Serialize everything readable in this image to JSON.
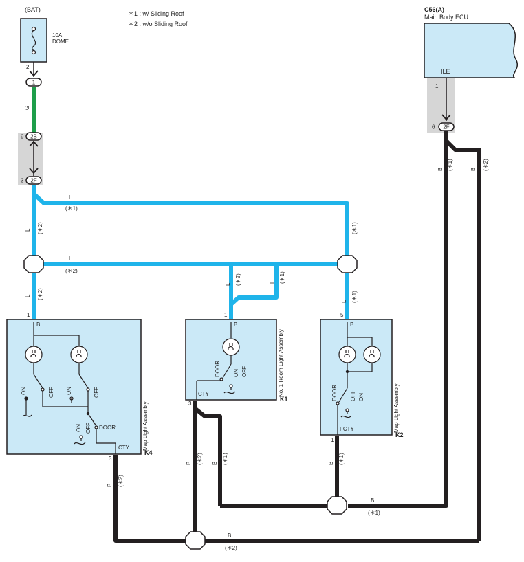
{
  "legend": {
    "note1": "＊1 : w/ Sliding Roof",
    "note2": "＊2 : w/o Sliding Roof"
  },
  "power": {
    "label": "(BAT)",
    "fuse_rating": "10A",
    "fuse_name": "DOME",
    "pin": "2"
  },
  "connectors": {
    "c1": "1",
    "c2b": "2B",
    "c2b_pin": "9",
    "c2f": "2F",
    "c2f_pin": "3",
    "ecu_conn": "2F",
    "ecu_conn_pin": "6",
    "ecu_pin": "1"
  },
  "ecu": {
    "code": "C56(A)",
    "name": "Main Body ECU",
    "terminal": "ILE"
  },
  "wires": {
    "g": "G",
    "l": "L",
    "b": "B",
    "n1": "(＊1)",
    "n2": "(＊2)"
  },
  "k4": {
    "code": "K4",
    "name": "Map Light Assembly",
    "pin_top": "1",
    "pin_bottom": "3",
    "term_top": "B",
    "term_bottom": "CTY",
    "sw_on": "ON",
    "sw_off": "OFF",
    "sw_door": "DOOR"
  },
  "k1": {
    "code": "K1",
    "name": "No. 1 Room Light Assembly",
    "pin_top": "1",
    "pin_bottom": "3",
    "term_top": "B",
    "term_bottom": "CTY",
    "sw_door": "DOOR",
    "sw_on": "ON",
    "sw_off": "OFF"
  },
  "k2": {
    "code": "K2",
    "name": "Map Light Assembly",
    "pin_top": "5",
    "pin_bottom": "1",
    "term_top": "B",
    "term_bottom": "FCTY",
    "sw_door": "DOOR",
    "sw_off": "OFF",
    "sw_on": "ON"
  },
  "colors": {
    "wire_l": "#1fb4ea",
    "wire_b": "#231f20",
    "wire_g": "#1e9e4a",
    "component_fill": "#cbe9f7",
    "connector_bg": "#d6d6d6"
  }
}
